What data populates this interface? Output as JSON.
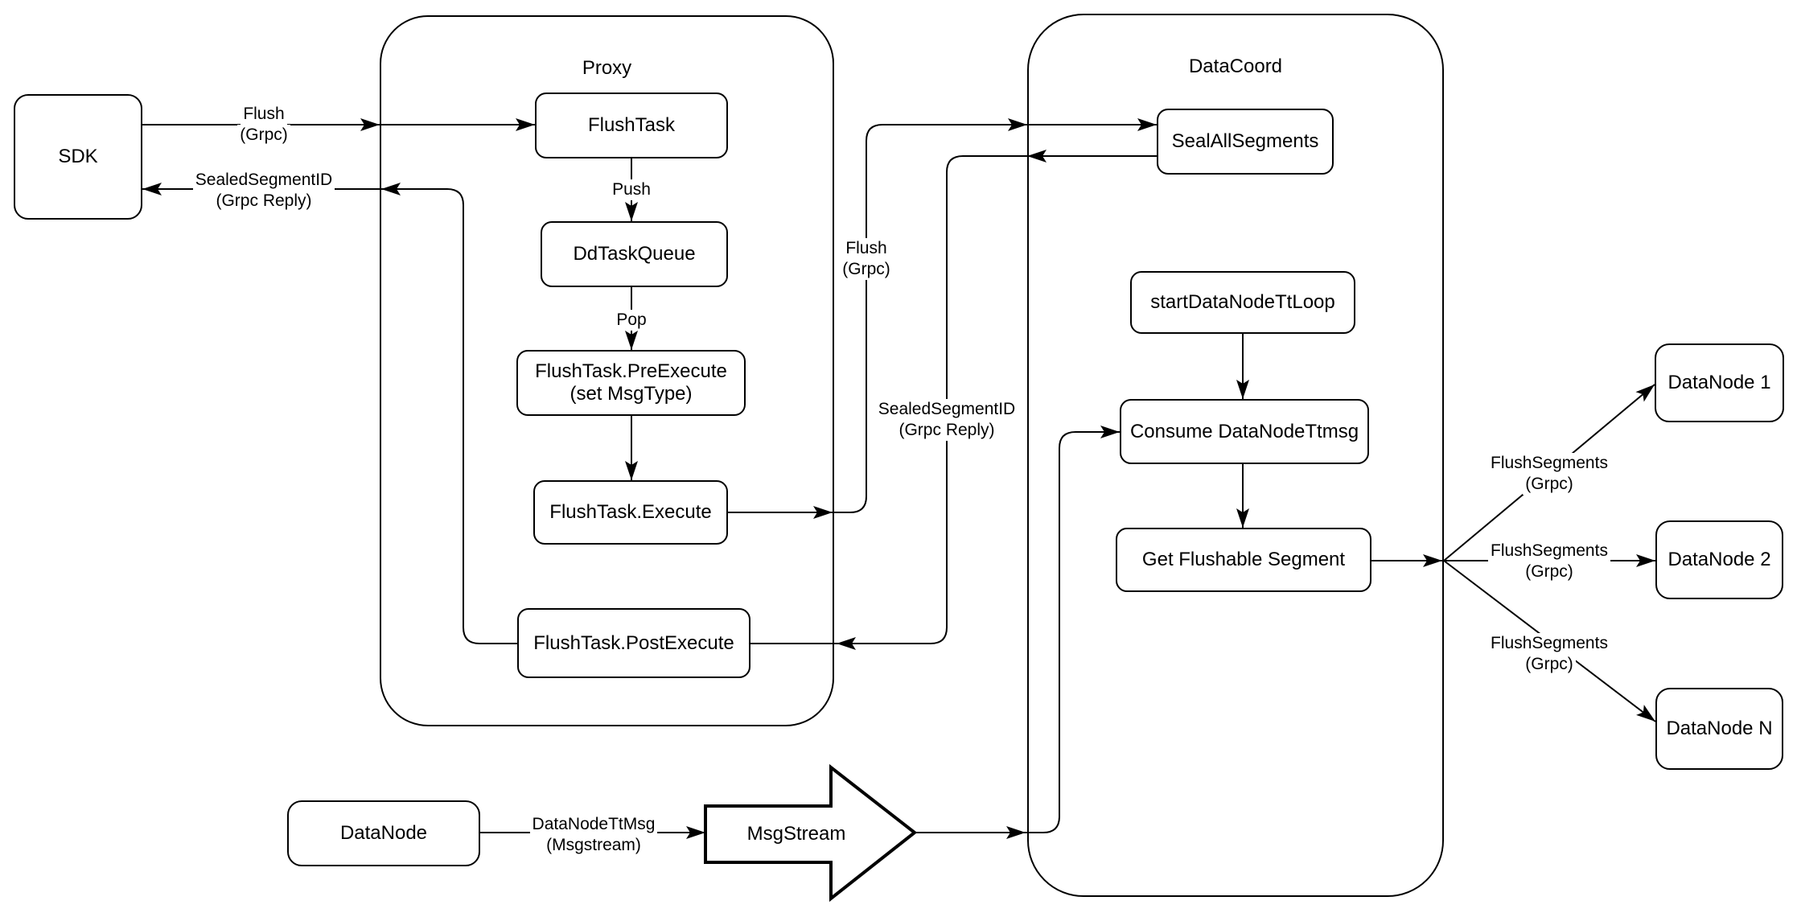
{
  "diagram": {
    "containers": {
      "proxy": "Proxy",
      "datacoord": "DataCoord"
    },
    "nodes": {
      "sdk": "SDK",
      "flush_task": "FlushTask",
      "dd_task_queue": "DdTaskQueue",
      "pre_execute_line1": "FlushTask.PreExecute",
      "pre_execute_line2": "(set MsgType)",
      "execute": "FlushTask.Execute",
      "post_execute": "FlushTask.PostExecute",
      "seal_all_segments": "SealAllSegments",
      "start_datanode_tt_loop": "startDataNodeTtLoop",
      "consume_datanode_ttmsg": "Consume DataNodeTtmsg",
      "get_flushable_segment": "Get Flushable Segment",
      "datanode_1": "DataNode 1",
      "datanode_2": "DataNode 2",
      "datanode_n": "DataNode N",
      "datanode": "DataNode",
      "msgstream": "MsgStream"
    },
    "edge_labels": {
      "flush_sdk_1": "Flush",
      "flush_sdk_2": "(Grpc)",
      "sealed_sdk_1": "SealedSegmentID",
      "sealed_sdk_2": "(Grpc Reply)",
      "push": "Push",
      "pop": "Pop",
      "flush_mid_1": "Flush",
      "flush_mid_2": "(Grpc)",
      "sealed_mid_1": "SealedSegmentID",
      "sealed_mid_2": "(Grpc Reply)",
      "flush_segments_1a": "FlushSegments",
      "flush_segments_1b": "(Grpc)",
      "flush_segments_2a": "FlushSegments",
      "flush_segments_2b": "(Grpc)",
      "flush_segments_3a": "FlushSegments",
      "flush_segments_3b": "(Grpc)",
      "datanode_ttmsg_1": "DataNodeTtMsg",
      "datanode_ttmsg_2": "(Msgstream)"
    },
    "colors": {
      "stroke": "#000000",
      "fill": "#ffffff",
      "text": "#000000"
    }
  }
}
